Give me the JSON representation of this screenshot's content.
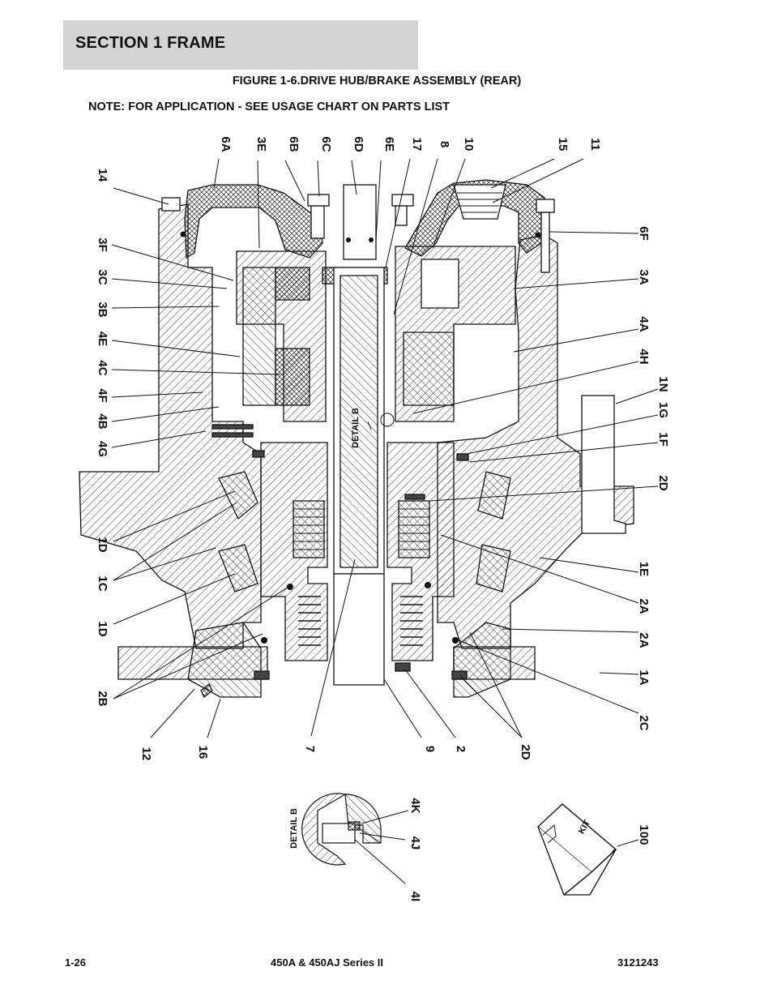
{
  "header": {
    "section_title": "SECTION 1  FRAME",
    "figure_title": "FIGURE 1-6.DRIVE HUB/BRAKE ASSEMBLY (REAR)",
    "note": "NOTE:  FOR  APPLICATION - SEE USAGE CHART  ON PARTS LIST"
  },
  "callouts": {
    "top": [
      "6A",
      "3E",
      "6B",
      "6C",
      "6D",
      "6E",
      "17",
      "8",
      "10",
      "15",
      "11"
    ],
    "left": [
      "14",
      "3F",
      "3C",
      "3B",
      "4E",
      "4C",
      "4F",
      "4B",
      "4G",
      "1D",
      "1C",
      "1D",
      "2B"
    ],
    "right": [
      "6F",
      "3A",
      "4A",
      "4H",
      "1N",
      "1G",
      "1F",
      "2D",
      "1E",
      "2A",
      "2A",
      "1A",
      "2C"
    ],
    "bottom": [
      "12",
      "16",
      "7",
      "9",
      "2",
      "2D"
    ],
    "detail_inline": "DETAIL B",
    "detail_b": {
      "title": "DETAIL B",
      "parts": [
        "4K",
        "4J",
        "4I"
      ]
    },
    "kit": {
      "label": "KIT",
      "part": "100"
    }
  },
  "footer": {
    "page": "1-26",
    "model": "450A & 450AJ Series II",
    "doc_number": "3121243"
  }
}
